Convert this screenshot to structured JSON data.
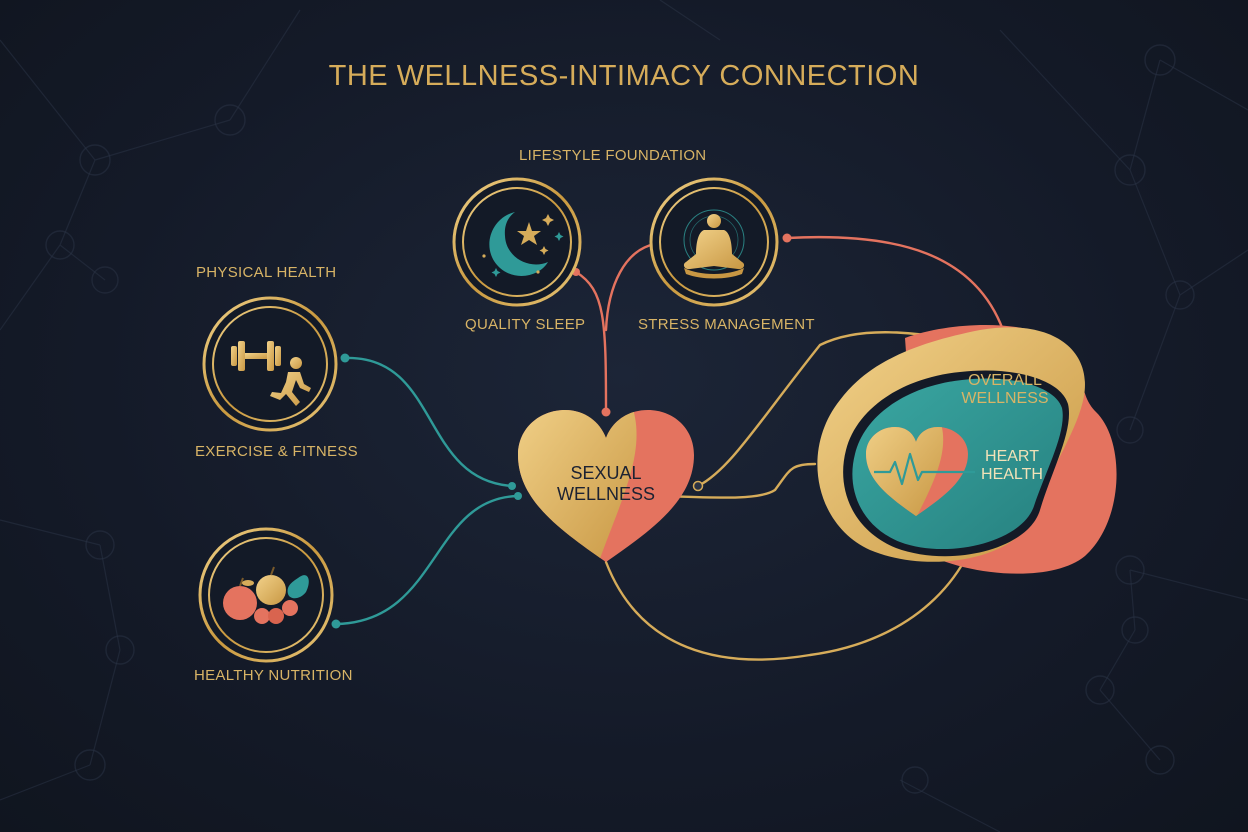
{
  "title": "THE WELLNESS-INTIMACY CONNECTION",
  "groups": {
    "physical_health": "PHYSICAL HEALTH",
    "lifestyle_foundation": "LIFESTYLE FOUNDATION"
  },
  "nodes": {
    "exercise": {
      "label": "EXERCISE & FITNESS",
      "icon": "dumbbell-runner-icon"
    },
    "nutrition": {
      "label": "HEALTHY NUTRITION",
      "icon": "fruit-icon"
    },
    "sleep": {
      "label": "QUALITY SLEEP",
      "icon": "moon-stars-icon"
    },
    "stress": {
      "label": "STRESS MANAGEMENT",
      "icon": "meditation-icon"
    }
  },
  "center": {
    "line1": "SEXUAL",
    "line2": "WELLNESS",
    "icon": "heart-icon"
  },
  "outcome": {
    "overall_line1": "OVERALL",
    "overall_line2": "WELLNESS",
    "heart_line1": "HEART",
    "heart_line2": "HEALTH",
    "icon": "heartbeat-heart-icon"
  },
  "colors": {
    "gold": "#d6ac5a",
    "teal": "#2f9a98",
    "coral": "#e4735f",
    "background": "#151c2b"
  }
}
